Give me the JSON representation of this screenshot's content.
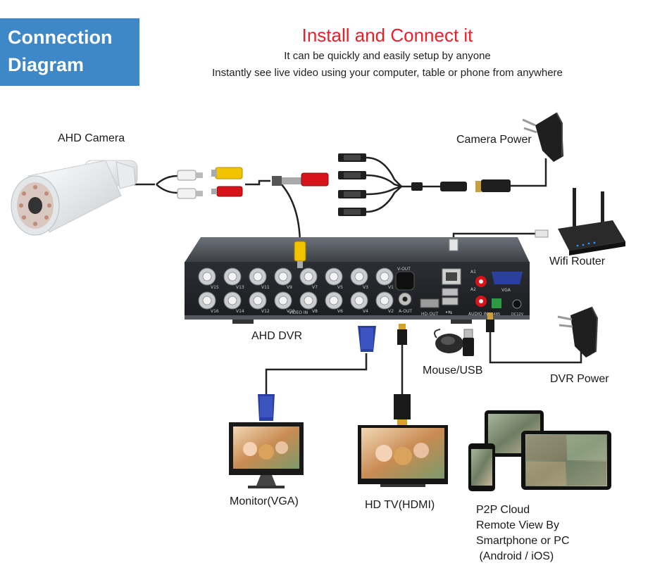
{
  "header": {
    "badge_line1": "Connection",
    "badge_line2": "Diagram",
    "title": "Install and Connect it",
    "subtitle1": "It can be quickly and easily setup by anyone",
    "subtitle2": "Instantly see live video using your computer, table or phone from anywhere"
  },
  "labels": {
    "camera": "AHD Camera",
    "camera_power": "Camera Power",
    "router": "Wifi Router",
    "dvr": "AHD DVR",
    "mouse_usb": "Mouse/USB",
    "dvr_power": "DVR Power",
    "monitor": "Monitor(VGA)",
    "hdtv": "HD TV(HDMI)",
    "p2p_line1": "P2P Cloud",
    "p2p_line2": "Remote View By",
    "p2p_line3": "Smartphone or PC",
    "p2p_line4": " (Android / iOS)"
  },
  "dvr_panel": {
    "ports_top": [
      "V15",
      "V13",
      "V11",
      "V9",
      "V7",
      "V5",
      "V3",
      "V1"
    ],
    "ports_bottom": [
      "V16",
      "V14",
      "V12",
      "V10",
      "V8",
      "V6",
      "V4",
      "V2"
    ],
    "video_in": "VIDEO IN",
    "v_out": "V-OUT",
    "a_out": "A-OUT",
    "hd_out": "HD-OUT",
    "usb": "•⇆",
    "audio_in": "AUDIO IN",
    "a1": "A1",
    "a2": "A2",
    "vga": "VGA",
    "rs485": "RS485",
    "dc12v": "DC12V"
  },
  "colors": {
    "badge": "#3f88c8",
    "title": "#e8202a",
    "dvr_body": "#2f3237",
    "rca_yellow": "#f2c400",
    "rca_red": "#d8141b",
    "vga_blue": "#2a3fa0",
    "hdmi_gold": "#d7a22a"
  }
}
